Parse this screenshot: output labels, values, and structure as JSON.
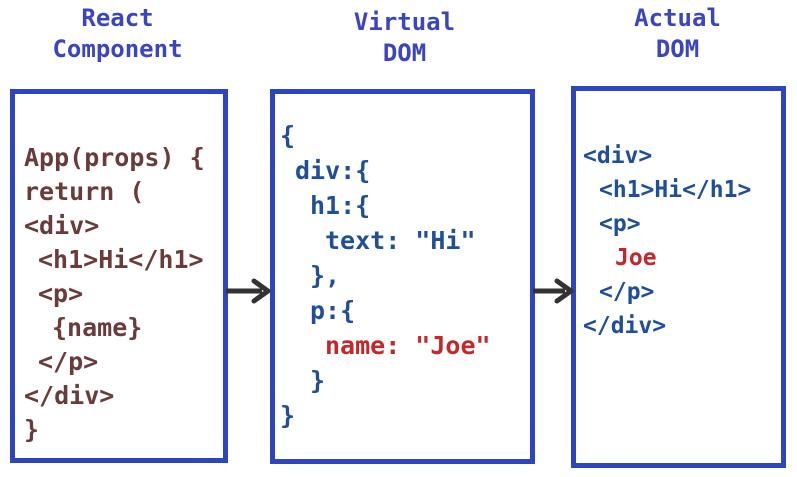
{
  "columns": {
    "react": {
      "title_line1": "React",
      "title_line2": "Component",
      "code": [
        {
          "text": "App(props) {",
          "indent": 0
        },
        {
          "text": "return (",
          "indent": 0
        },
        {
          "text": "<div>",
          "indent": 0
        },
        {
          "text": "<h1>Hi</h1>",
          "indent": 1
        },
        {
          "text": "<p>",
          "indent": 1
        },
        {
          "text": "{name}",
          "indent": 2
        },
        {
          "text": "</p>",
          "indent": 1
        },
        {
          "text": "</div>",
          "indent": 0
        },
        {
          "text": "}",
          "indent": 0
        }
      ]
    },
    "virtual": {
      "title_line1": "Virtual",
      "title_line2": "DOM",
      "code": [
        {
          "text": "{",
          "indent": 0,
          "highlight": false
        },
        {
          "text": "div:{",
          "indent": 1,
          "highlight": false
        },
        {
          "text": "h1:{",
          "indent": 2,
          "highlight": false
        },
        {
          "text": "text: \"Hi\"",
          "indent": 3,
          "highlight": false
        },
        {
          "text": "},",
          "indent": 2,
          "highlight": false
        },
        {
          "text": "p:{",
          "indent": 2,
          "highlight": false
        },
        {
          "text": "name: \"Joe\"",
          "indent": 3,
          "highlight": true
        },
        {
          "text": "}",
          "indent": 2,
          "highlight": false
        },
        {
          "text": "}",
          "indent": 0,
          "highlight": false
        }
      ]
    },
    "actual": {
      "title_line1": "Actual",
      "title_line2": "DOM",
      "code": [
        {
          "text": "<div>",
          "indent": 0,
          "highlight": false
        },
        {
          "text": "<h1>Hi</h1>",
          "indent": 1,
          "highlight": false
        },
        {
          "text": "<p>",
          "indent": 1,
          "highlight": false
        },
        {
          "text": "Joe",
          "indent": 2,
          "highlight": true
        },
        {
          "text": "</p>",
          "indent": 1,
          "highlight": false
        },
        {
          "text": "</div>",
          "indent": 0,
          "highlight": false
        }
      ]
    }
  },
  "colors": {
    "title": "#3a45c4",
    "box_border": "#2e45c0",
    "react_code": "#6b3a3a",
    "dom_code": "#1f4f9a",
    "highlight": "#c4262a",
    "arrow": "#333333"
  }
}
